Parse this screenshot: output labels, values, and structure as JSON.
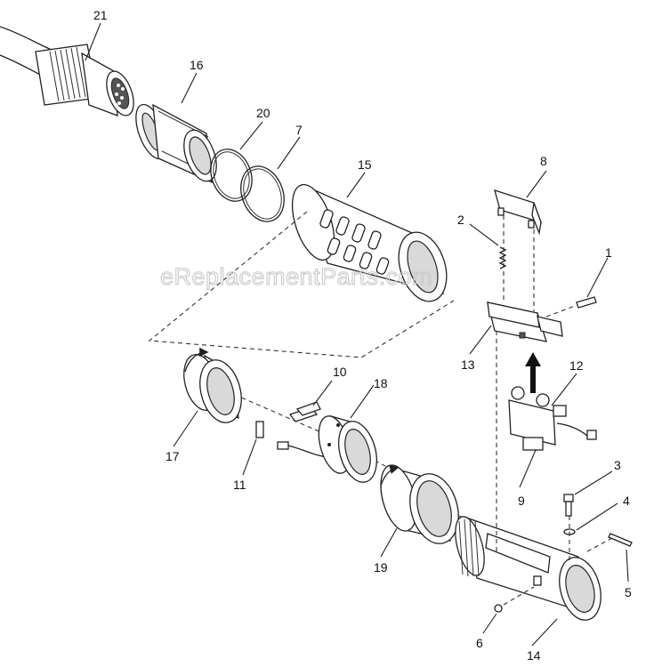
{
  "watermark": "eReplacementParts.com",
  "callouts": {
    "p1": "1",
    "p2": "2",
    "p3": "3",
    "p4": "4",
    "p5": "5",
    "p6": "6",
    "p7": "7",
    "p8": "8",
    "p9": "9",
    "p10": "10",
    "p11": "11",
    "p12": "12",
    "p13": "13",
    "p14": "14",
    "p15": "15",
    "p16": "16",
    "p17": "17",
    "p18": "18",
    "p19": "19",
    "p20": "20",
    "p21": "21"
  },
  "colors": {
    "line": "#222222",
    "background": "#ffffff",
    "watermark": "#c9c9c9"
  }
}
